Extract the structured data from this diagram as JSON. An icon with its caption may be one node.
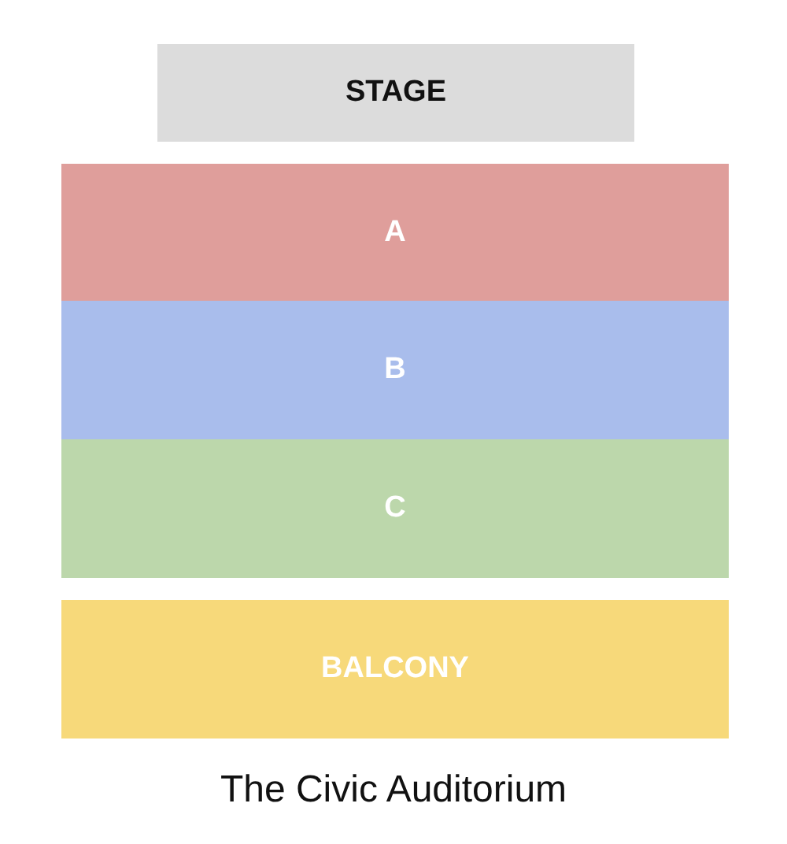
{
  "diagram": {
    "caption": "The Civic Auditorium",
    "nodes": [
      {
        "text": [
          "STAGE"
        ]
      },
      {
        "text": [
          "A"
        ]
      },
      {
        "text": [
          "B"
        ]
      },
      {
        "text": [
          "C"
        ]
      },
      {
        "text": [
          "BALCONY"
        ]
      }
    ]
  }
}
